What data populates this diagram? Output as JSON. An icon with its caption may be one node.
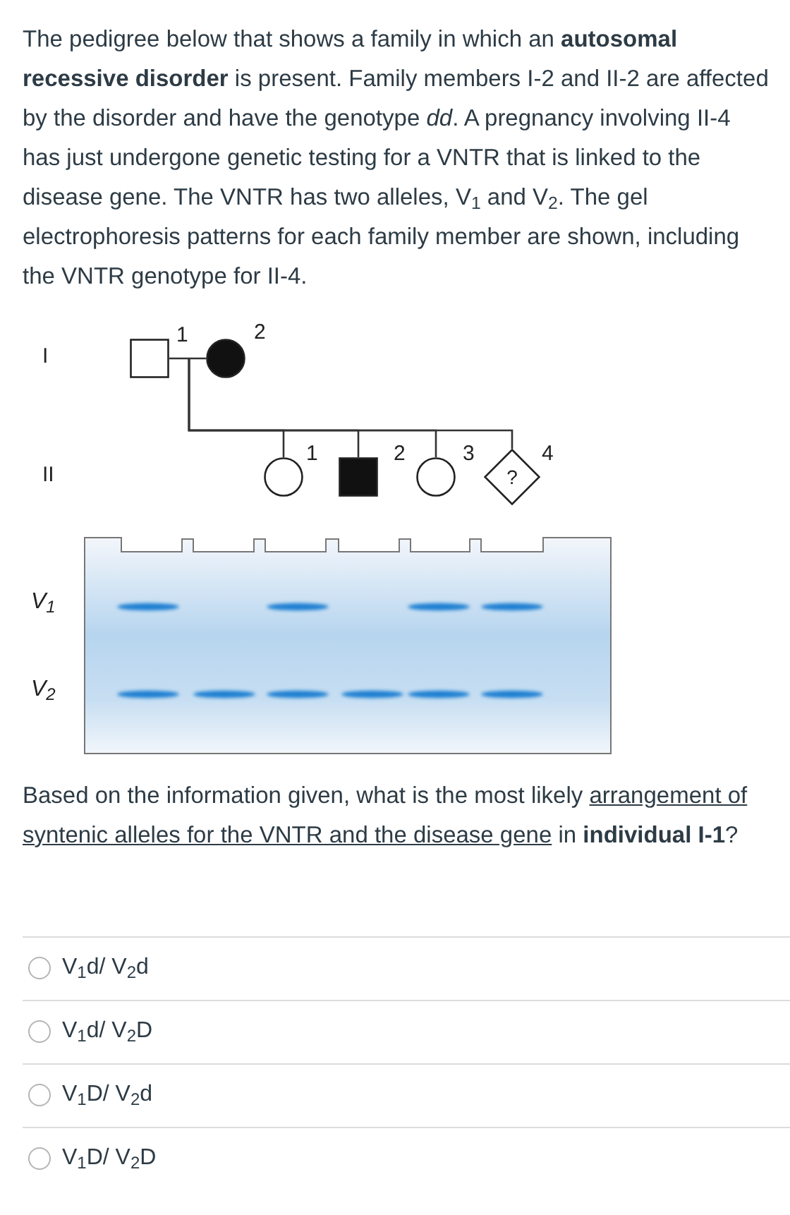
{
  "diagram": {
    "nodes": [
      {
        "text": [],
        "shape": "box",
        "beside": [
          "1"
        ]
      },
      {
        "text": [],
        "shape": "circle",
        "beside": [
          "2"
        ]
      },
      {
        "text": [],
        "shape": "circle",
        "beside": [
          "1"
        ]
      },
      {
        "text": [],
        "shape": "box",
        "beside": [
          "2"
        ]
      },
      {
        "text": [],
        "shape": "circle",
        "beside": [
          "3"
        ]
      },
      {
        "text": [
          "?"
        ],
        "beside": [
          "4"
        ]
      }
    ],
    "edges": [
      {
        "from": 0,
        "to": 1,
        "arrow": "none"
      },
      {
        "from": null,
        "to": 2,
        "arrow": "none"
      },
      {
        "from": null,
        "to": 3,
        "arrow": "none"
      },
      {
        "from": null,
        "to": 4,
        "arrow": "none"
      },
      {
        "from": null,
        "to": 5,
        "arrow": "none"
      }
    ],
    "labels": [
      "The pedigree below that shows a family in which an **autosomal recessive disorder** is present. Family members I-2 and II-2 are affected by the disorder and have the genotype *dd*. A pregnancy involving II-4 has just undergone genetic testing for a VNTR that is linked to the disease gene. The VNTR has two alleles, V$_{1}$ and V$_{2}$. The gel electrophoresis patterns for each family member are shown, including the VNTR genotype for II-4.",
      "I",
      "II",
      "V$_{1}$",
      "V$_{2}$",
      "Based on the information given, what is the most likely",
      "arrangement of syntenic alleles for the VNTR and the disease gene",
      "in **individual I-1**?",
      "V$_{1}$d/ V$_{2}$d",
      "V$_{1}$d/ V$_{2}$D",
      "V$_{1}$D/ V$_{2}$d",
      "V$_{1}$D/ V$_{2}$D"
    ]
  }
}
